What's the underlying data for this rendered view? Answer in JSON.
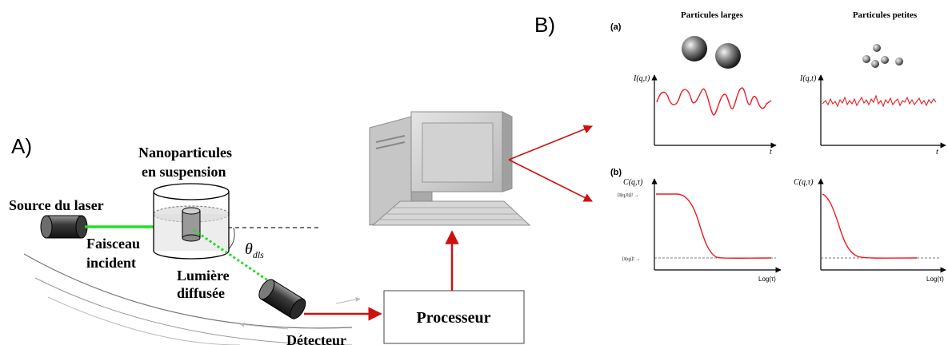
{
  "panel_a": {
    "letter": "A)",
    "nanoparticles_line1": "Nanoparticules",
    "nanoparticles_line2": "en suspension",
    "laser_source": "Source du laser",
    "beam_line1": "Faisceau",
    "beam_line2": "incident",
    "scattered_line1": "Lumière",
    "scattered_line2": "diffusée",
    "angle_symbol": "θ",
    "angle_subscript": "dls",
    "detector": "Détecteur",
    "processor": "Processeur"
  },
  "panel_b": {
    "letter": "B)",
    "sub_a": "(a)",
    "sub_b": "(b)",
    "large_particles": "Particules larges",
    "small_particles": "Particules petites",
    "intensity_label": "I(q,t)",
    "time_label": "t",
    "correlation_label": "C(q,τ)",
    "tau_label": "Log(τ)",
    "level_high": "[I(q,0)]² →",
    "level_low": "[I(q)]² →"
  },
  "colors": {
    "signal": "#ee1c24",
    "laser": "#22dd22",
    "arrow": "#cc1111"
  }
}
